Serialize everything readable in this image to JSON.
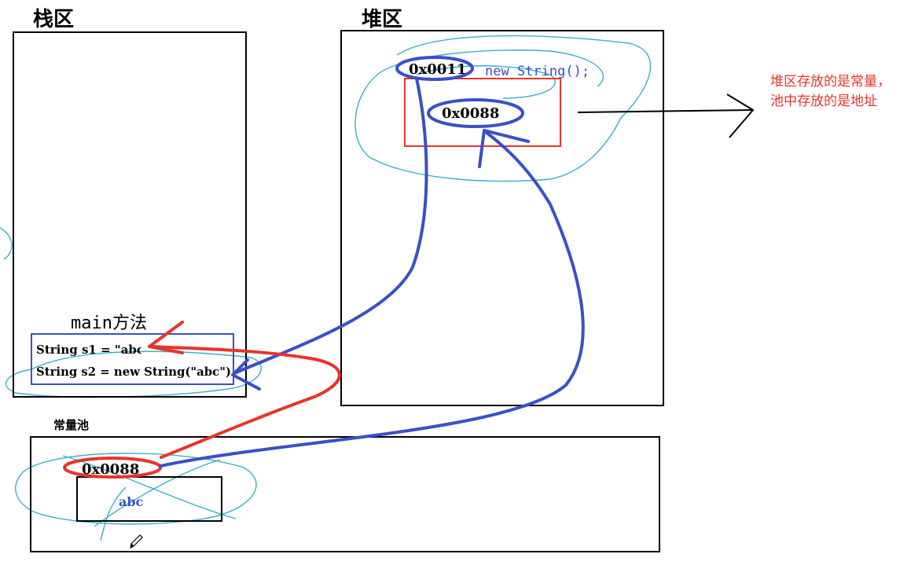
{
  "stack": {
    "title": "栈区"
  },
  "heap": {
    "title": "堆区",
    "outer_address": "0x0011",
    "constructor_text": "new String();",
    "inner_address": "0x0088"
  },
  "main_method": {
    "title": "main方法",
    "line1": "String s1 = \"abc\";",
    "line2": "String s2 = new String(\"abc\")"
  },
  "constant_pool": {
    "title": "常量池",
    "address": "0x0088",
    "value": "abc"
  },
  "annotation": {
    "line1": "堆区存放的是常量，",
    "line2": "池中存放的是地址"
  },
  "colors": {
    "box": "#000000",
    "blue_ink": "#3a4fc8",
    "red_ink": "#e8342a",
    "cyan_scribble": "#3ab0c8",
    "annotation_red": "#e8342a"
  }
}
